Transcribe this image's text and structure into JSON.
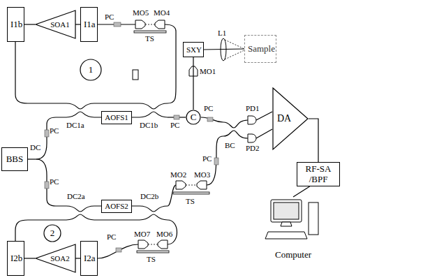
{
  "diagram": {
    "nodes": [
      {
        "text": [
          "BBS"
        ]
      },
      {
        "text": [
          "I1b"
        ]
      },
      {
        "text": [
          "SOA1"
        ]
      },
      {
        "text": [
          "I1a"
        ]
      },
      {
        "text": [
          "1"
        ]
      },
      {
        "text": [
          "AOFS1"
        ]
      },
      {
        "text": [
          "SXY"
        ]
      },
      {
        "text": [
          "C"
        ]
      },
      {
        "text": [
          "Sample"
        ]
      },
      {
        "text": [
          "AOFS2"
        ]
      },
      {
        "text": [
          "2"
        ]
      },
      {
        "text": [
          "I2b"
        ]
      },
      {
        "text": [
          "SOA2"
        ]
      },
      {
        "text": [
          "I2a"
        ]
      },
      {
        "text": [
          "DA"
        ]
      },
      {
        "text": [
          "RF-SA /BPF"
        ]
      },
      {
        "text": [
          "Computer"
        ]
      }
    ],
    "edges": [
      {
        "from": 3,
        "to": 2,
        "arrow": "none"
      },
      {
        "from": 2,
        "to": 1,
        "arrow": "none"
      },
      {
        "from": 13,
        "to": 12,
        "arrow": "none"
      },
      {
        "from": 12,
        "to": 11,
        "arrow": "none"
      },
      {
        "from": 6,
        "to": 7,
        "arrow": "none"
      },
      {
        "from": 6,
        "to": 8,
        "arrow": "none"
      },
      {
        "from": 14,
        "to": 15,
        "arrow": "none"
      },
      {
        "from": 15,
        "to": 16,
        "arrow": "none"
      }
    ],
    "labels": [
      "DC",
      "PC",
      "DC1a",
      "DC1b",
      "PC",
      "MO5",
      "MO4",
      "TS",
      "PC",
      "MO1",
      "L1",
      "PC",
      "BC",
      "PD1",
      "PD2",
      "PC",
      "DC2a",
      "DC2b",
      "MO2",
      "MO3",
      "TS",
      "PC",
      "PC",
      "MO7",
      "MO6",
      "TS"
    ]
  }
}
